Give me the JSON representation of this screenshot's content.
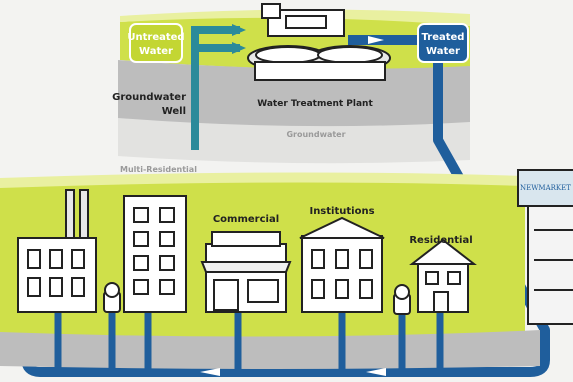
{
  "labels": {
    "untreated_water": [
      "Untreated",
      "Water"
    ],
    "treated_water": [
      "Treated",
      "Water"
    ],
    "groundwater_well": [
      "Groundwater",
      "Well"
    ],
    "water_treatment_plant": "Water Treatment Plant",
    "groundwater": "Groundwater",
    "multi_residential": "Multi-Residential",
    "commercial": "Commercial",
    "institutions": "Institutions",
    "residential": "Residential",
    "water_tower_sign": "NEWMARKET"
  },
  "colors": {
    "pipe_blue": "#1f5e9c",
    "pipe_dark": "#163f6b",
    "green_band": "#cfe04a",
    "green_light": "#e9f0a0",
    "untreated_box": "#c3d633",
    "treated_box": "#1f5e9c",
    "ground_gray": "#bdbdbd",
    "building_fill": "#ffffff",
    "outline": "#222222"
  },
  "icons": [
    "flow-arrow-icon",
    "fire-hydrant-icon",
    "water-tower-icon"
  ]
}
